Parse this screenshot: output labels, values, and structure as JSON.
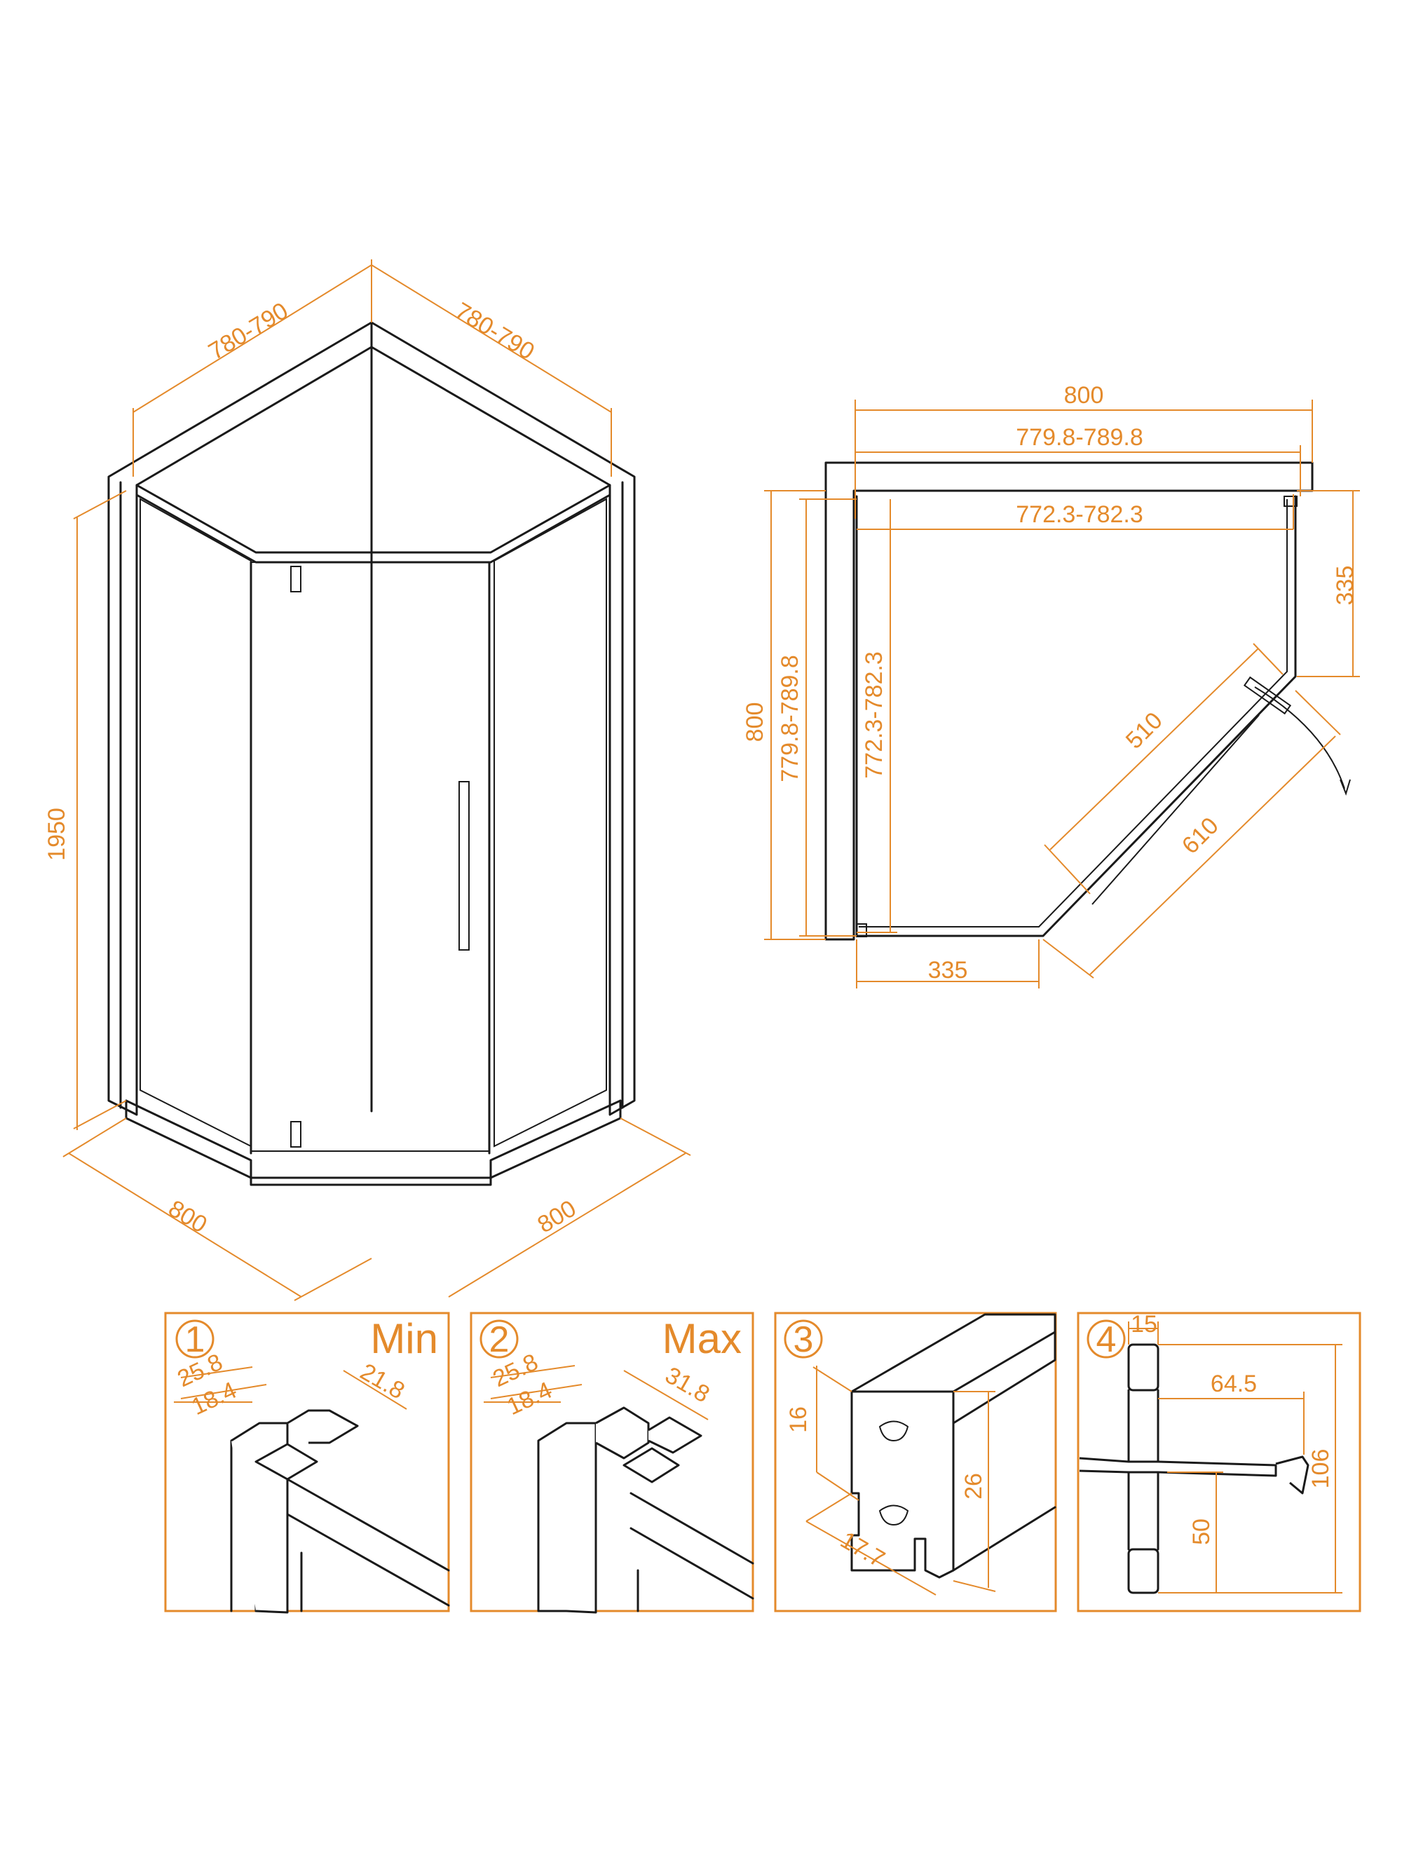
{
  "colors": {
    "line": "#1a1a1a",
    "dimension": "#e48a2b",
    "background": "#ffffff"
  },
  "perspective": {
    "side_left": "780-790",
    "side_right": "780-790",
    "height": "1950",
    "base_left": "800",
    "base_right": "800"
  },
  "plan": {
    "width_total": "800",
    "width_outer": "779.8-789.8",
    "width_inner": "772.3-782.3",
    "height_total": "800",
    "height_outer": "779.8-789.8",
    "height_inner": "772.3-782.3",
    "right_return": "335",
    "bottom_return": "335",
    "door_width": "510",
    "diagonal": "610"
  },
  "details": [
    {
      "number": "1",
      "tag": "Min",
      "dim_a": "25.8",
      "dim_b": "18.4",
      "dim_c": "21.8"
    },
    {
      "number": "2",
      "tag": "Max",
      "dim_a": "25.8",
      "dim_b": "18.4",
      "dim_c": "31.8"
    },
    {
      "number": "3",
      "dim_height": "16",
      "dim_depth": "26",
      "dim_width": "17.7"
    },
    {
      "number": "4",
      "dim_top": "15",
      "dim_reach": "64.5",
      "dim_total": "106",
      "dim_lower": "50"
    }
  ]
}
